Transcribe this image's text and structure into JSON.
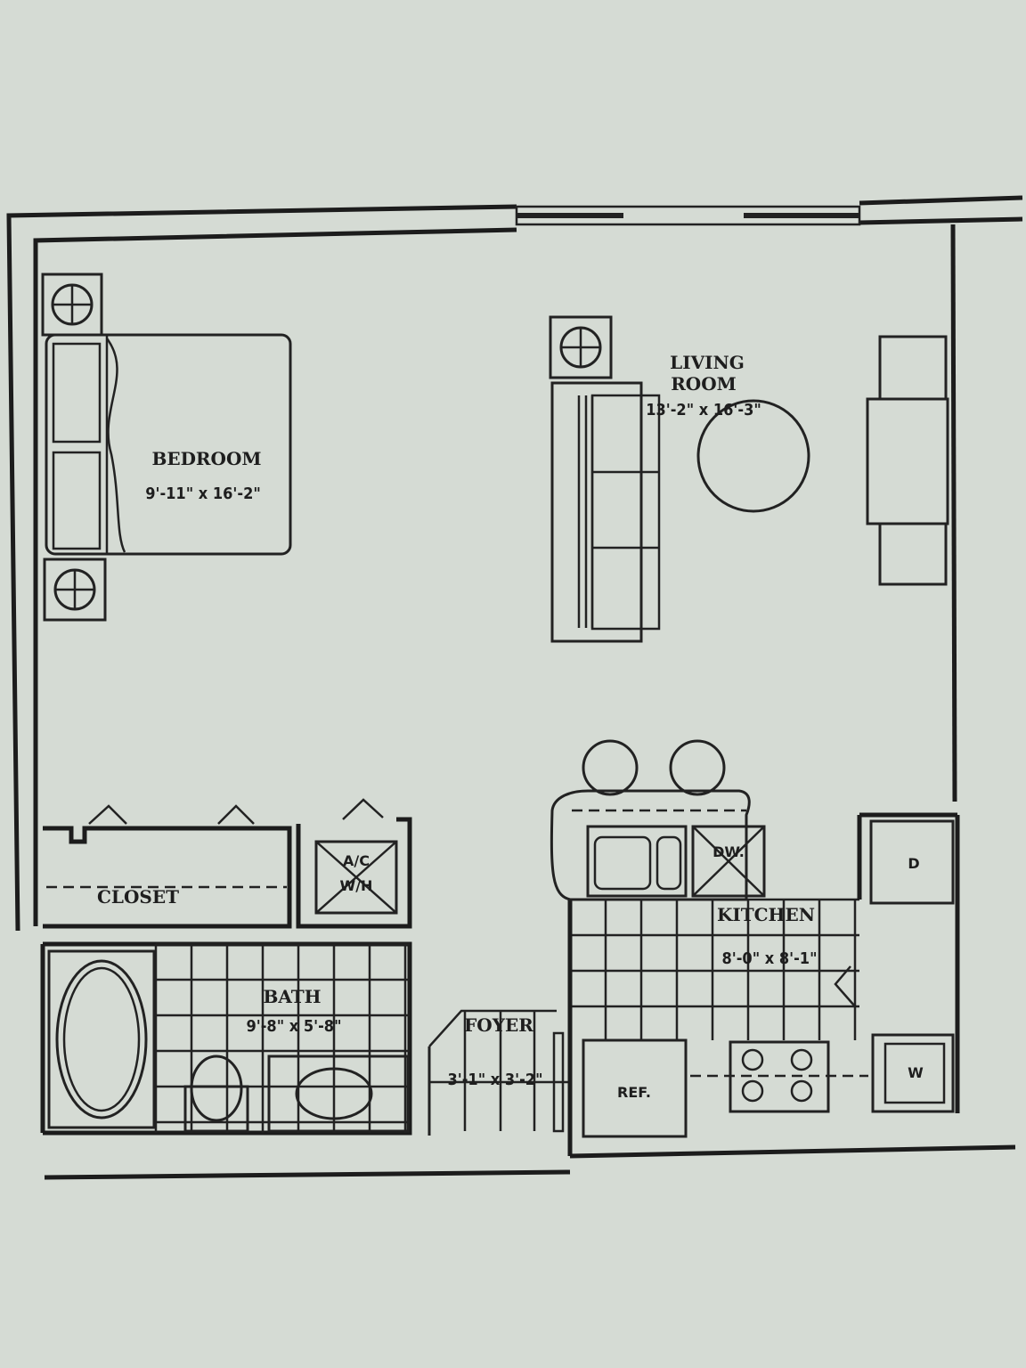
{
  "rooms": {
    "bedroom": {
      "name": "BEDROOM",
      "size": "9'-11\" x 16'-2\""
    },
    "living_room": {
      "name_line1": "LIVING",
      "name_line2": "ROOM",
      "size": "13'-2\" x 16'-3\""
    },
    "closet": {
      "name": "CLOSET"
    },
    "mechanical": {
      "line1": "A/C",
      "line2": "W/H"
    },
    "bath": {
      "name": "BATH",
      "size": "9'-8\" x 5'-8\""
    },
    "foyer": {
      "name": "FOYER",
      "size": "3'-1\" x 3'-2\""
    },
    "kitchen": {
      "name": "KITCHEN",
      "size": "8'-0\" x 8'-1\""
    }
  },
  "appliances": {
    "dishwasher": "DW.",
    "dryer": "D",
    "washer": "W",
    "refrigerator": "REF."
  },
  "colors": {
    "paper": "#d5dbd4",
    "ink": "#1c1c1c"
  }
}
